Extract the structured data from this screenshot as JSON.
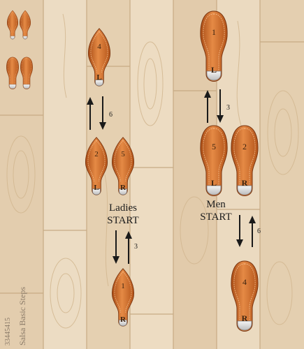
{
  "colors": {
    "wood_light": "#ead8bc",
    "wood_dark": "#d7bd98",
    "wood_grain": "#c9ac84",
    "sole_outer": "#b8571c",
    "sole_inner": "#e2833f",
    "sole_highlight": "#f4b27a",
    "heel_plate": "#e9e9e9",
    "arrow": "#1a1a1a"
  },
  "icons": [
    "dance-step-footprint-icon",
    "arrow-up-icon",
    "arrow-down-icon"
  ],
  "ladies": {
    "title_line1": "Ladies",
    "title_line2": "START",
    "steps": [
      {
        "number": "4",
        "heel": "L"
      },
      {
        "number": "2",
        "heel": "L"
      },
      {
        "number": "5",
        "heel": "R"
      },
      {
        "number": "1",
        "heel": "R"
      }
    ],
    "counts": [
      "6",
      "3"
    ]
  },
  "men": {
    "title_line1": "Men",
    "title_line2": "START",
    "steps": [
      {
        "number": "1",
        "heel": "L"
      },
      {
        "number": "5",
        "heel": "L"
      },
      {
        "number": "2",
        "heel": "R"
      },
      {
        "number": "4",
        "heel": "R"
      }
    ],
    "counts": [
      "3",
      "6"
    ]
  },
  "caption": "Salsa Basic Steps",
  "stock_id": "33445415"
}
